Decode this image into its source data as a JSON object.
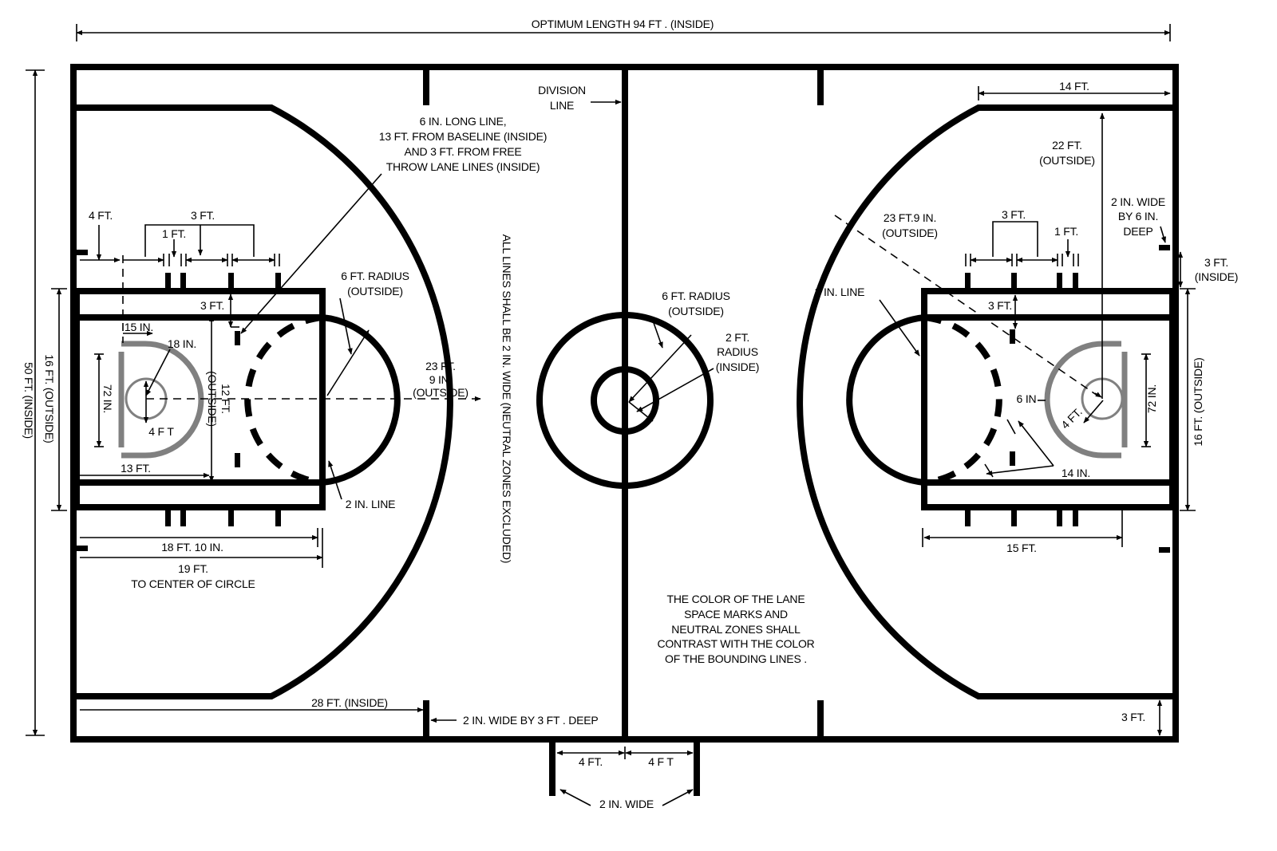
{
  "diagram": {
    "colors": {
      "line": "#000000",
      "gray": "#808080",
      "background": "#ffffff"
    },
    "labels": {
      "optimum_length": "OPTIMUM LENGTH 94 FT . (INSIDE)",
      "width_50": "50 FT. (INSIDE)",
      "division_line_1": "DIVISION",
      "division_line_2": "LINE",
      "long_line_1": "6 IN.  LONG LINE,",
      "long_line_2": "13 FT. FROM BASELINE (INSIDE)",
      "long_line_3": "AND 3 FT. FROM FREE",
      "long_line_4": "THROW LANE LINES (INSIDE)",
      "left_4ft": "4 FT.",
      "left_3ft_top": "3 FT.",
      "left_1ft": "1 FT.",
      "left_3ft_lane": "3 FT.",
      "left_6ft_radius_1": "6 FT. RADIUS",
      "left_6ft_radius_2": "(OUTSIDE)",
      "left_16ft": "16 FT. (OUTSIDE)",
      "left_15in": "15 IN.",
      "left_18in": "18 IN.",
      "left_12ft_1": "12 FT.",
      "left_12ft_2": "(OUTSIDE)",
      "left_72in": "72 IN.",
      "left_4ft_radius": "4 F T",
      "left_13ft": "13 FT.",
      "left_23ft_1": "23 FT.",
      "left_23ft_2": "9 IN.",
      "left_23ft_3": "(OUTSIDE)",
      "left_2in_line": "2 IN.  LINE",
      "left_18ft10": "18 FT. 10 IN.",
      "left_19ft_1": "19 FT.",
      "left_19ft_2": "TO CENTER OF CIRCLE",
      "left_28ft": "28 FT. (INSIDE)",
      "wide_by_3ft": "2 IN.  WIDE BY 3 FT . DEEP",
      "all_lines": "ALL LINES SHALL BE 2 IN.     WIDE (NEUTRAL ZONES EXCLUDED)",
      "center_6ft_1": "6 FT. RADIUS",
      "center_6ft_2": "(OUTSIDE)",
      "center_2ft_1": "2 FT.",
      "center_2ft_2": "RADIUS",
      "center_2ft_3": "(INSIDE)",
      "note_1": "THE COLOR OF   THE LANE",
      "note_2": "SPACE MARKS AND",
      "note_3": "NEUTRAL ZONES SHALL",
      "note_4": "CONTRAST WITH  THE  COLOR",
      "note_5": "OF THE BOUNDING LINES   .",
      "bottom_4ft_left": "4 FT.",
      "bottom_4ft_right": "4 F T",
      "bottom_2in_wide": "2 IN.  WIDE",
      "right_14ft": "14 FT.",
      "right_22ft_1": "22 FT.",
      "right_22ft_2": "(OUTSIDE)",
      "right_23ft_1": "23 FT.9  IN.",
      "right_23ft_2": "(OUTSIDE)",
      "right_3ft_top": "3 FT.",
      "right_1ft": "1 FT.",
      "right_2in_wide_1": "2 IN.  WIDE",
      "right_2in_wide_2": "BY 6 IN.",
      "right_2in_wide_3": "DEEP",
      "right_3ft_inside_1": "3 FT.",
      "right_3ft_inside_2": "(INSIDE)",
      "right_2in_line": "2 IN.  LINE",
      "right_3ft_lane": "3 FT.",
      "right_6in": "6 IN",
      "right_4ft": "4 FT.",
      "right_72in": "72 IN.",
      "right_16ft": "16 FT. (OUTSIDE)",
      "right_14in": "14 IN.",
      "right_15ft": "15 FT.",
      "right_3ft_bottom": "3 FT."
    }
  }
}
